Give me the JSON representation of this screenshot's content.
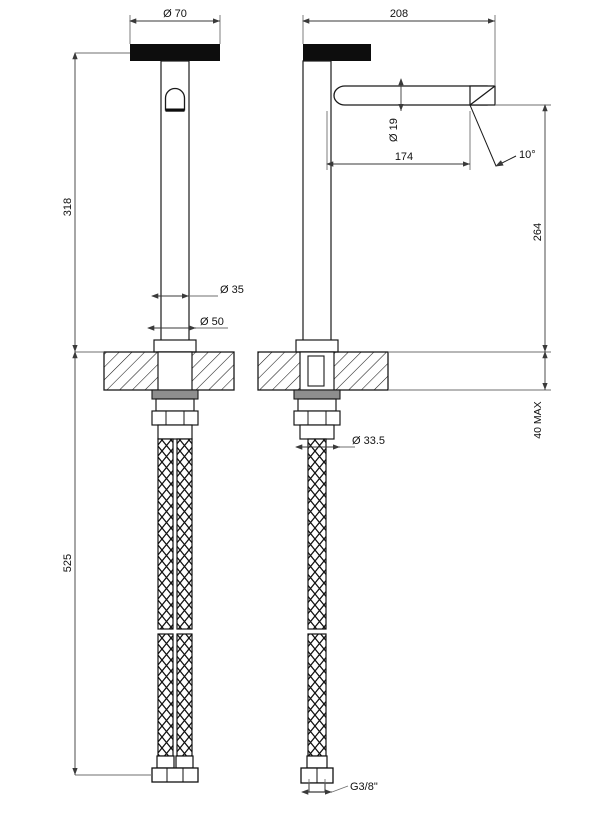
{
  "drawing": {
    "type": "mechanical-dimensional-drawing",
    "subject": "Tall single-lever basin mixer faucet",
    "views": [
      {
        "name": "front-elevation",
        "position": "left"
      },
      {
        "name": "side-elevation",
        "position": "right"
      }
    ],
    "units": "mm",
    "line_color": "#1a1a1a",
    "dim_line_color": "#6f6f6f",
    "fill_black": "#0d0d0d",
    "background": "#ffffff"
  },
  "dimensions": {
    "cap_diameter": "Ø 70",
    "spout_reach_total": "208",
    "spout_reach_aerator": "174",
    "spout_tube_diameter": "Ø 19",
    "body_height_front": "318",
    "spout_height_side": "264",
    "column_diameter": "Ø 35",
    "base_diameter": "Ø 50",
    "shank_nut_diameter": "Ø 33.5",
    "counter_thickness_max": "40 MAX",
    "overall_length_front": "525",
    "spout_tip_angle": "10°",
    "supply_thread": "G3/8\""
  },
  "labels": {
    "cap_diameter": "Ø 70",
    "reach_total": "208",
    "reach_aerator": "174",
    "tube_diameter": "Ø 19",
    "height_front": "318",
    "height_side": "264",
    "column_diameter": "Ø 35",
    "base_diameter": "Ø 50",
    "nut_diameter": "Ø 33.5",
    "counter_max": "40 MAX",
    "total_length": "525",
    "angle": "10°",
    "thread": "G3/8\""
  }
}
